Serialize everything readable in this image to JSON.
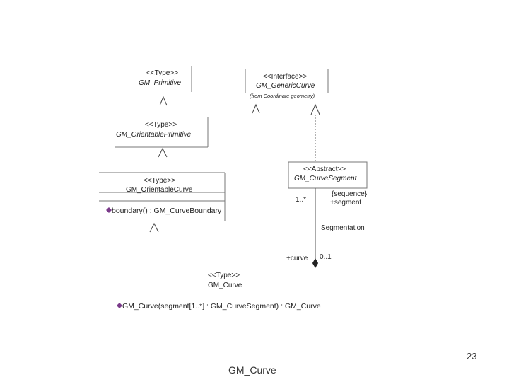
{
  "classes": {
    "primitive": {
      "stereotype": "<<Type>>",
      "name": "GM_Primitive"
    },
    "generic_curve": {
      "stereotype": "<<Interface>>",
      "name": "GM_GenericCurve",
      "origin": "(from Coordinate geometry)"
    },
    "orientable_primitive": {
      "stereotype": "<<Type>>",
      "name": "GM_OrientablePrimitive"
    },
    "curve_segment": {
      "stereotype": "<<Abstract>>",
      "name": "GM_CurveSegment"
    },
    "orientable_curve": {
      "stereotype": "<<Type>>",
      "name": "GM_OrientableCurve",
      "operation": "boundary() : GM_CurveBoundary"
    },
    "curve": {
      "stereotype": "<<Type>>",
      "name": "GM_Curve",
      "operation": "GM_Curve(segment[1..*] : GM_CurveSegment) : GM_Curve"
    }
  },
  "association": {
    "name": "Segmentation",
    "segment_multiplicity": "1..*",
    "segment_constraint": "{sequence}",
    "segment_role": "+segment",
    "curve_role": "+curve",
    "curve_multiplicity": "0..1"
  },
  "footer": {
    "page_number": "23",
    "caption": "GM_Curve"
  },
  "colors": {
    "operation_marker": "#7a3a8a",
    "line": "#555555"
  }
}
